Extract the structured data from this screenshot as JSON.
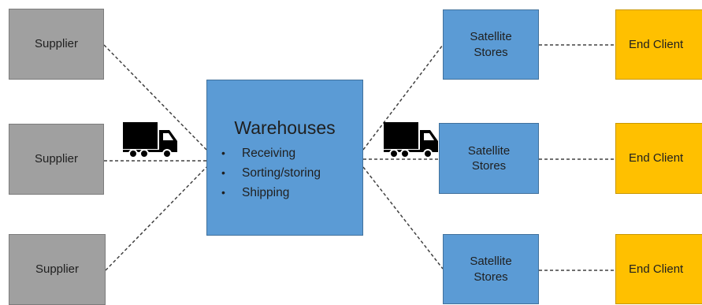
{
  "suppliers": [
    {
      "label": "Supplier"
    },
    {
      "label": "Supplier"
    },
    {
      "label": "Supplier"
    }
  ],
  "warehouse": {
    "title": "Warehouses",
    "items": [
      {
        "bullet": "•",
        "label": "Receiving"
      },
      {
        "bullet": "•",
        "label": "Sorting/storing"
      },
      {
        "bullet": "•",
        "label": "Shipping"
      }
    ]
  },
  "satellites": [
    {
      "line1": "Satellite",
      "line2": "Stores"
    },
    {
      "line1": "Satellite",
      "line2": "Stores"
    },
    {
      "line1": "Satellite",
      "line2": "Stores"
    }
  ],
  "clients": [
    {
      "label": "End Client"
    },
    {
      "label": "End Client"
    },
    {
      "label": "End Client"
    }
  ],
  "icons": {
    "truck": "truck-icon"
  },
  "colors": {
    "supplier": "#a0a0a0",
    "warehouse": "#5b9bd5",
    "satellite": "#5b9bd5",
    "client": "#ffc000",
    "connector": "#404040",
    "truck": "#000000"
  }
}
